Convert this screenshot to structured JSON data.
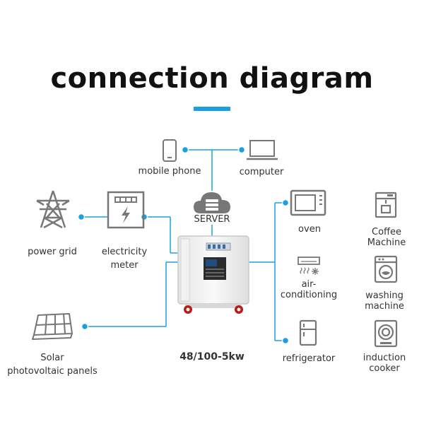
{
  "title": "connection diagram",
  "colors": {
    "accent": "#1aa0e0",
    "icon": "#777777",
    "text": "#333333"
  },
  "nodes": {
    "mobile_phone": {
      "label": "mobile phone",
      "icon": "phone-icon"
    },
    "computer": {
      "label": "computer",
      "icon": "laptop-icon"
    },
    "server": {
      "label": "SERVER",
      "icon": "cloud-server-icon"
    },
    "power_grid": {
      "label": "power grid",
      "icon": "power-tower-icon"
    },
    "electricity_meter": {
      "label_lines": [
        "electricity",
        "meter"
      ],
      "icon": "meter-icon"
    },
    "solar": {
      "label_lines": [
        "Solar",
        "photovoltaic panels"
      ],
      "icon": "solar-panel-icon"
    },
    "oven": {
      "label": "oven",
      "icon": "microwave-icon"
    },
    "air_conditioning": {
      "label_lines": [
        "air-",
        "conditioning"
      ],
      "icon": "air-conditioner-icon"
    },
    "refrigerator": {
      "label": "refrigerator",
      "icon": "fridge-icon"
    },
    "coffee_machine": {
      "label_lines": [
        "Coffee",
        "Machine"
      ],
      "icon": "coffee-machine-icon"
    },
    "washing_machine": {
      "label_lines": [
        "washing",
        "machine"
      ],
      "icon": "washing-machine-icon"
    },
    "induction_cooker": {
      "label_lines": [
        "induction",
        "cooker"
      ],
      "icon": "induction-cooker-icon"
    }
  },
  "device": {
    "model": "48/100-5kw",
    "icon": "battery-cabinet-icon"
  }
}
